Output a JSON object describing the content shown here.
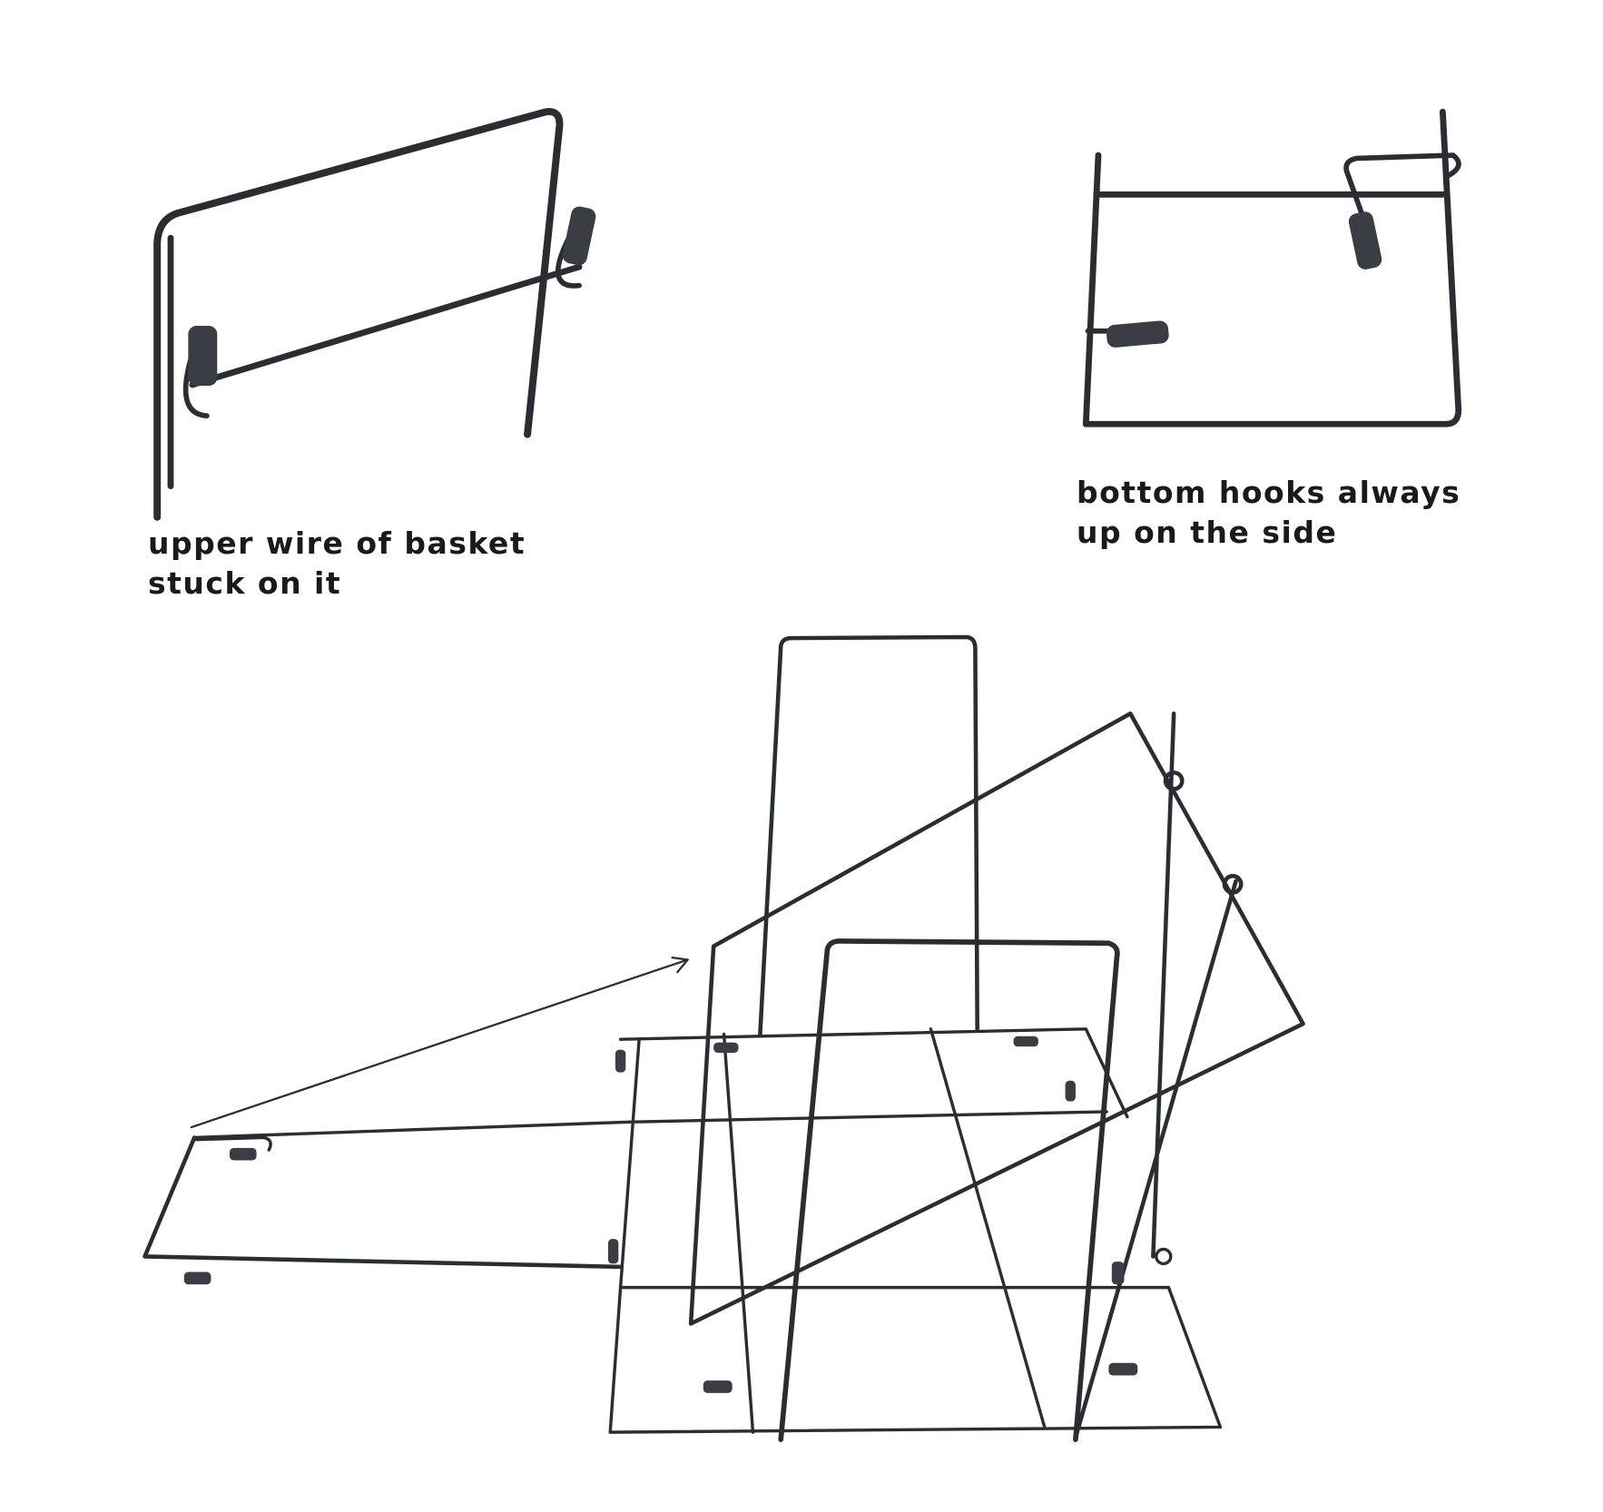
{
  "captions": {
    "top_left": [
      "upper wire of basket",
      "stuck on it"
    ],
    "top_right": [
      "bottom hooks always",
      "up on the side"
    ]
  },
  "colors": {
    "wire": "#2a2e33",
    "text": "#1a1a1a",
    "background": "#ffffff"
  }
}
